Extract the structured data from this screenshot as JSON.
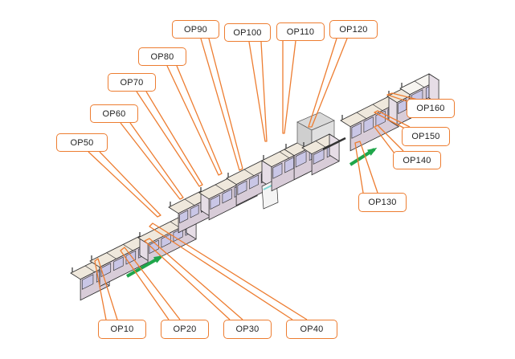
{
  "diagram": {
    "type": "production-line-layout",
    "callout_color": "#ED7D31",
    "flow_arrow_color": "#1FA64A",
    "machine_colors": {
      "frame": "#2a2a2a",
      "top_panel": "#EFE8DC",
      "side_panel": "#D8CCD8",
      "window": "#C9C6E6",
      "highlight": "#7FD4D4"
    },
    "stations": [
      {
        "id": "op10",
        "label": "OP10"
      },
      {
        "id": "op20",
        "label": "OP20"
      },
      {
        "id": "op30",
        "label": "OP30"
      },
      {
        "id": "op40",
        "label": "OP40"
      },
      {
        "id": "op50",
        "label": "OP50"
      },
      {
        "id": "op60",
        "label": "OP60"
      },
      {
        "id": "op70",
        "label": "OP70"
      },
      {
        "id": "op80",
        "label": "OP80"
      },
      {
        "id": "op90",
        "label": "OP90"
      },
      {
        "id": "op100",
        "label": "OP100"
      },
      {
        "id": "op110",
        "label": "OP110"
      },
      {
        "id": "op120",
        "label": "OP120"
      },
      {
        "id": "op130",
        "label": "OP130"
      },
      {
        "id": "op140",
        "label": "OP140"
      },
      {
        "id": "op150",
        "label": "OP150"
      },
      {
        "id": "op160",
        "label": "OP160"
      }
    ],
    "flow_arrows": [
      {
        "name": "flow-arrow-lower",
        "direction": "up-right"
      },
      {
        "name": "flow-arrow-upper",
        "direction": "up-right"
      }
    ]
  }
}
